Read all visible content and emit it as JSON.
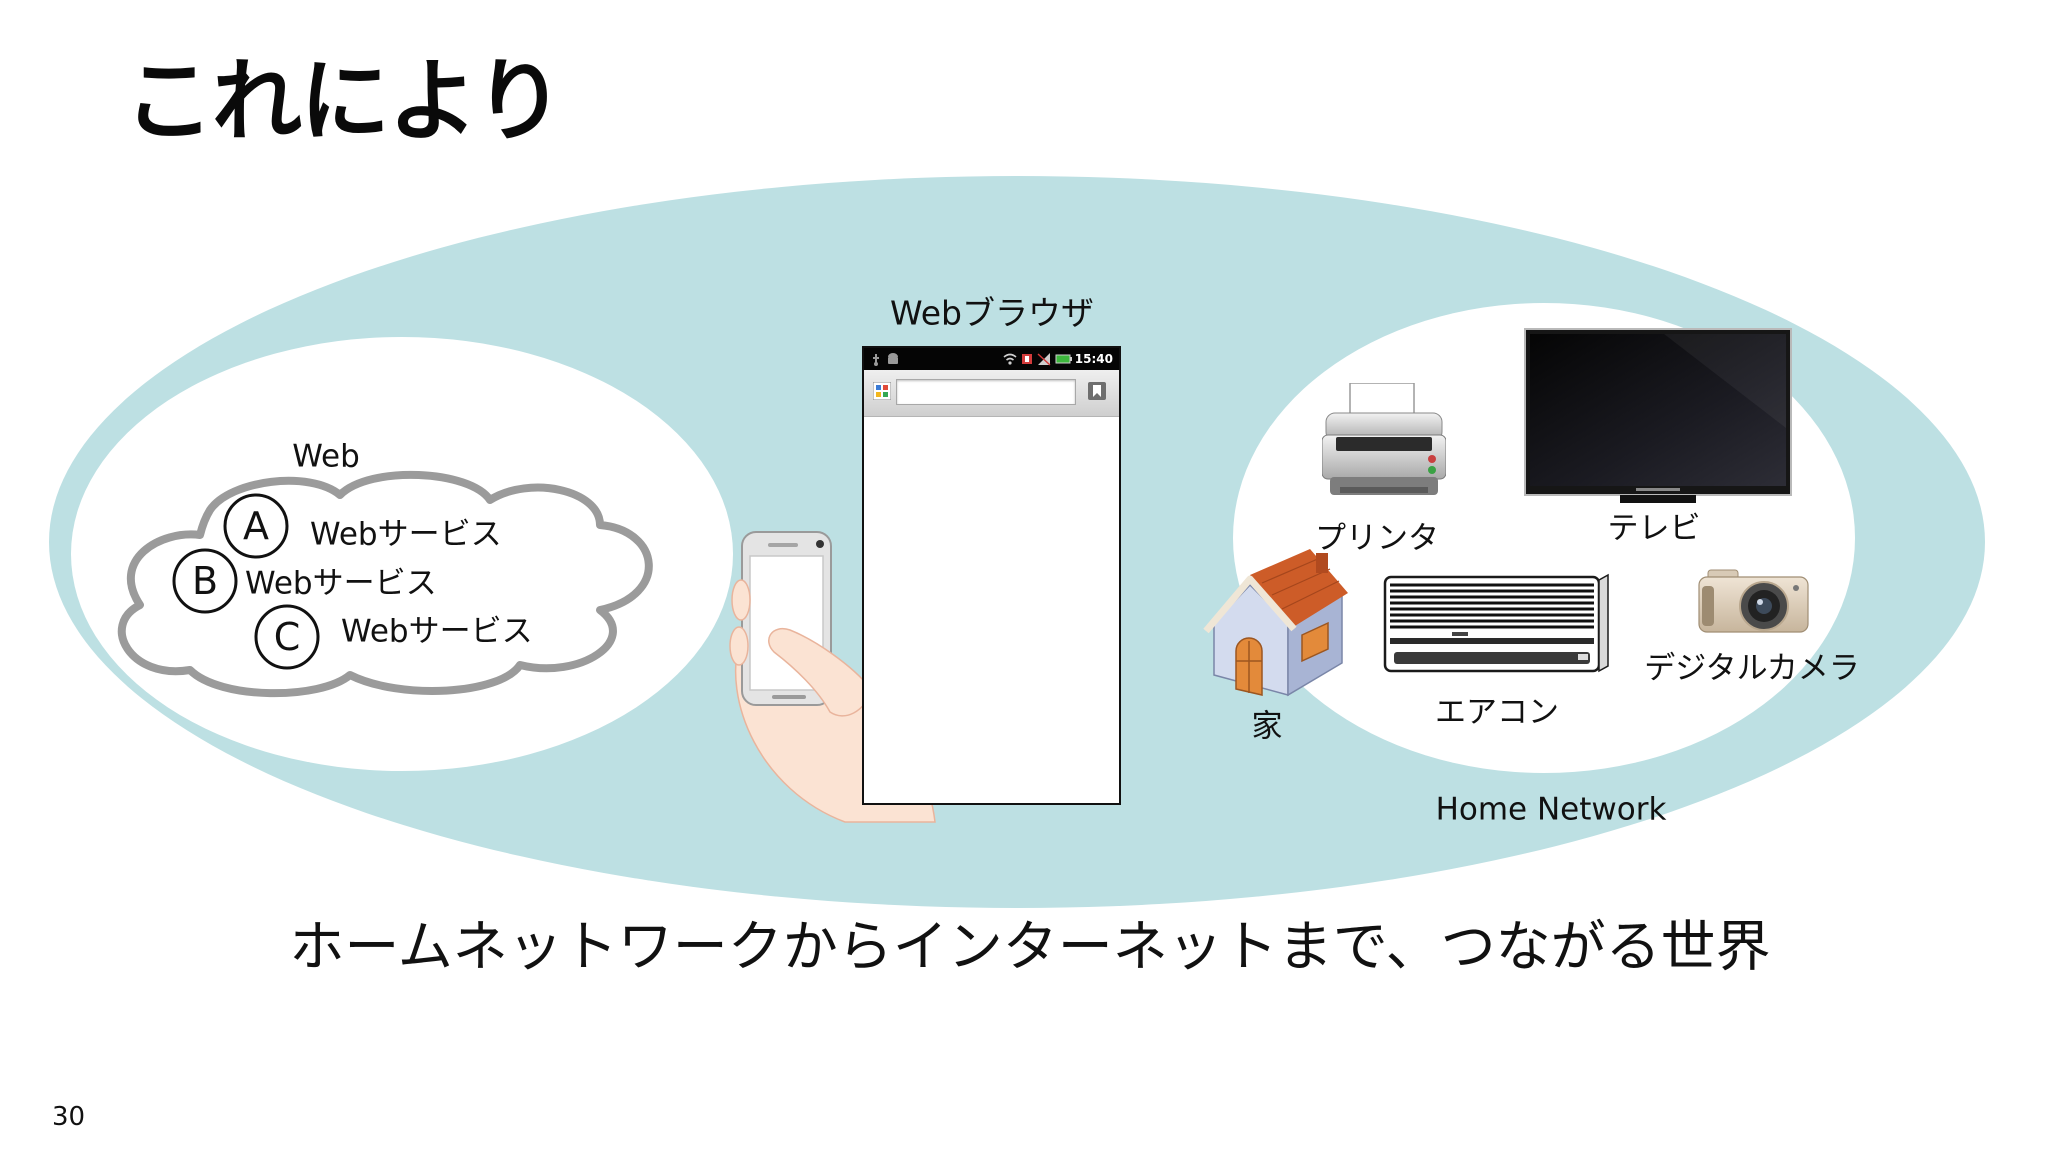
{
  "slide": {
    "title": "これにより",
    "caption": "ホームネットワークからインターネットまで、つながる世界",
    "page_number": "30"
  },
  "web": {
    "label": "Web",
    "services": [
      {
        "letter": "A",
        "label": "Webサービス"
      },
      {
        "letter": "B",
        "label": "Webサービス"
      },
      {
        "letter": "C",
        "label": "Webサービス"
      }
    ]
  },
  "browser": {
    "label": "Webブラウザ",
    "status_time": "15:40",
    "icons": [
      "usb-icon",
      "android-icon",
      "wifi-icon",
      "signal-icon",
      "battery-icon",
      "favicon-icon",
      "bookmark-icon"
    ]
  },
  "home_network": {
    "label": "Home Network",
    "devices": [
      {
        "label": "プリンタ",
        "icon": "printer-icon"
      },
      {
        "label": "テレビ",
        "icon": "tv-icon"
      },
      {
        "label": "家",
        "icon": "house-icon"
      },
      {
        "label": "エアコン",
        "icon": "air-conditioner-icon"
      },
      {
        "label": "デジタルカメラ",
        "icon": "digital-camera-icon"
      }
    ]
  },
  "colors": {
    "network_ellipse": "#bde0e3",
    "cloud_outline": "#9b9b9b",
    "text": "#111111",
    "skin": "#fbe3d3"
  }
}
